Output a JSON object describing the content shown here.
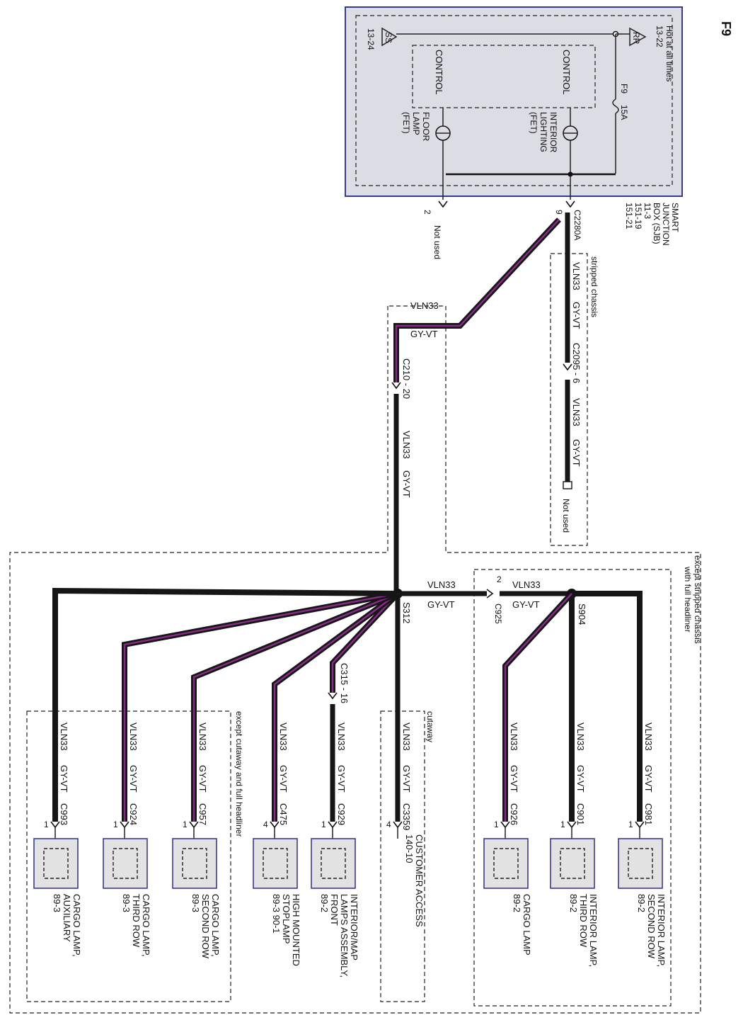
{
  "page_id": "F9",
  "sjb": {
    "hot_label": "Hot at all times",
    "hot_ref": "13-22",
    "rr_label": "RR",
    "ss_label": "SS",
    "ss_ref": "13-24",
    "control_1": "CONTROL",
    "control_2": "CONTROL",
    "fuse_id": "F9",
    "fuse_rating": "15A",
    "fet_interior": [
      "INTERIOR",
      "LIGHTING",
      "(FET)"
    ],
    "fet_floor": [
      "FLOOR",
      "LAMP",
      "(FET)"
    ],
    "name": [
      "SMART",
      "JUNCTION",
      "BOX (SJB)",
      "11-3",
      "151-19",
      "151-21"
    ],
    "connector": "C2280A",
    "pin_used": "9",
    "pin_unused": "2",
    "not_used": "Not used"
  },
  "wire": {
    "circuit": "VLN33",
    "color": "GY-VT"
  },
  "stripped": {
    "label": "stripped chassis",
    "connector": "C2095 - 6",
    "not_used": "Not used"
  },
  "c210": "C210 - 20",
  "splice_main": "S312",
  "splice_headliner": "S904",
  "c925": {
    "name": "C925",
    "pin": "2"
  },
  "region_main": "except stripped chassis",
  "region_headliner": "with full headliner",
  "region_except": "except cutaway and full headliner",
  "region_cutaway": "cutaway",
  "c315": "C315 - 16",
  "loads_headliner": [
    {
      "connector": "C981",
      "pin": "1",
      "label": [
        "INTERIOR LAMP,",
        "SECOND ROW",
        "89-2"
      ]
    },
    {
      "connector": "C901",
      "pin": "1",
      "label": [
        "INTERIOR LAMP,",
        "THIRD ROW",
        "89-2"
      ]
    },
    {
      "connector": "C926",
      "pin": "1",
      "label": [
        "CARGO LAMP",
        "89-2"
      ]
    }
  ],
  "load_cutaway": {
    "connector": "C3359",
    "pin": "4",
    "label": [
      "CUSTOMER ACCESS",
      "140-10"
    ]
  },
  "loads_main": [
    {
      "connector": "C929",
      "pin": "1",
      "label": [
        "INTERIOR/MAP",
        "LAMPS ASSEMBLY,",
        "FRONT",
        "89-2"
      ]
    },
    {
      "connector": "C475",
      "pin": "4",
      "label": [
        "HIGH MOUNTED",
        "STOPLAMP",
        "89-3    90-1"
      ]
    },
    {
      "connector": "C957",
      "pin": "1",
      "label": [
        "CARGO LAMP,",
        "SECOND ROW",
        "89-3"
      ]
    },
    {
      "connector": "C924",
      "pin": "1",
      "label": [
        "CARGO LAMP,",
        "THIRD ROW",
        "89-3"
      ]
    },
    {
      "connector": "C993",
      "pin": "1",
      "label": [
        "CARGO LAMP,",
        "AUXILIARY",
        "89-3"
      ]
    }
  ],
  "colors": {
    "wire_outer": "#161616",
    "wire_stripe": "#8a2a8a",
    "sjb_fill": "#dcdce4",
    "sjb_border": "#3a3a8c",
    "lamp_fill": "#e2e2e2",
    "lamp_border": "#3a3a8c"
  }
}
